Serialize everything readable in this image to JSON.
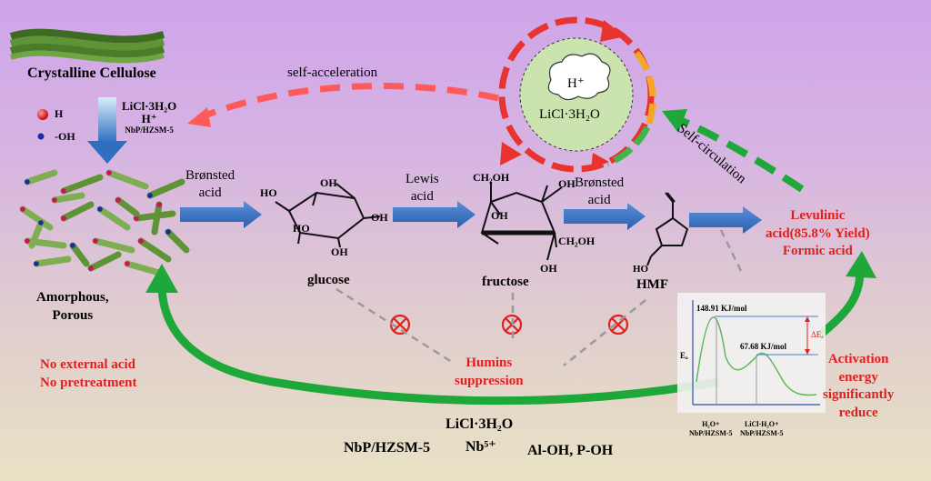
{
  "cellulose": {
    "title": "Crystalline Cellulose",
    "product_label": "Amorphous,\nPorous"
  },
  "legend": {
    "h_label": "H",
    "oh_label": "-OH"
  },
  "step1": {
    "line1": "LiCl·3H₂O",
    "line2": "H⁺",
    "line3": "NbP/HZSM-5"
  },
  "self_acceleration": "self-acceleration",
  "self_circulation": "Self-circulation",
  "center": {
    "cloud": "H⁺",
    "label": "LiCl·3H₂O"
  },
  "arrows": {
    "a1": "Brønsted\nacid",
    "a2": "Lewis\nacid",
    "a3": "Brønsted\nacid"
  },
  "molecules": {
    "glucose": "glucose",
    "fructose": "fructose",
    "hmf": "HMF",
    "oh": "OH",
    "ch2oh": "CH₂OH",
    "oh_left": "HO"
  },
  "products": {
    "line1": "Levulinic",
    "line2": "acid(85.8% Yield)",
    "line3": "Formic acid"
  },
  "humins": {
    "line1": "Humins",
    "line2": "suppression"
  },
  "notes": {
    "line1": "No external acid",
    "line2": "No pretreatment"
  },
  "activation": {
    "line1": "Activation",
    "line2": "energy",
    "line3": "significantly",
    "line4": "reduce"
  },
  "energy_chart": {
    "peak1": "148.91 KJ/mol",
    "peak2": "67.68 KJ/mol",
    "delta": "ΔEₐ",
    "ylabel": "Eₐ",
    "x1a": "H₂O+",
    "x1b": "NbP/HZSM-5",
    "x2a": "LiCl·H₂O+",
    "x2b": "NbP/HZSM-5"
  },
  "catalyst": {
    "line1": "LiCl·3H₂O",
    "line2a": "NbP/HZSM-5",
    "line2b": "Nb⁵⁺",
    "line2c": "Al-OH, P-OH"
  }
}
